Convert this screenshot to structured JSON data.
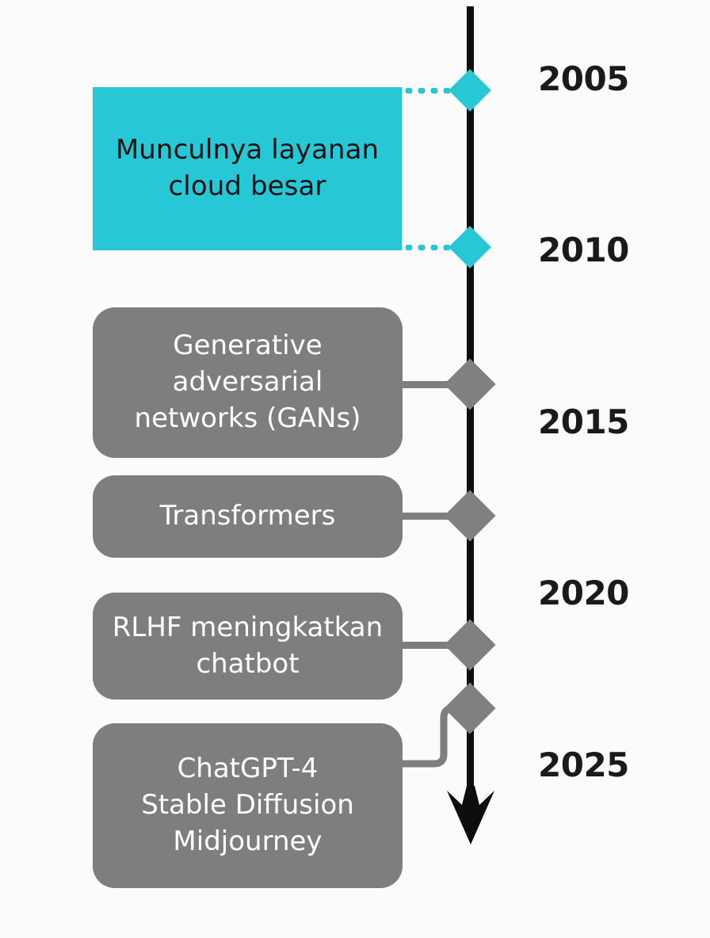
{
  "diagram": {
    "type": "vertical-timeline",
    "title_visible": false,
    "axis": {
      "direction": "downward",
      "color": "#0d0d0d",
      "arrow": "arrow-down"
    },
    "colors": {
      "highlight": "#28c7d6",
      "node": "#7e7e7e",
      "axis": "#0d0d0d",
      "year_text": "#1a1a1a",
      "node_text": "#ffffff",
      "highlight_text": "#111111",
      "background": "#fbfbfb"
    },
    "year_labels": [
      {
        "text": "2005"
      },
      {
        "text": "2010"
      },
      {
        "text": "2015"
      },
      {
        "text": "2020"
      },
      {
        "text": "2025"
      }
    ],
    "events": [
      {
        "id": "cloud",
        "label": "Munculnya layanan\ncloud besar",
        "style": "highlight",
        "span": true,
        "connector": "dotted",
        "markers": 2
      },
      {
        "id": "gans",
        "label": "Generative\nadversarial\nnetworks (GANs)",
        "style": "node",
        "span": false,
        "connector": "solid",
        "markers": 1
      },
      {
        "id": "transformers",
        "label": "Transformers",
        "style": "node",
        "span": false,
        "connector": "solid",
        "markers": 1
      },
      {
        "id": "rlhf",
        "label": "RLHF meningkatkan\nchatbot",
        "style": "node",
        "span": false,
        "connector": "solid",
        "markers": 1
      },
      {
        "id": "genai",
        "label": "ChatGPT-4\nStable Diffusion\nMidjourney",
        "style": "node",
        "span": false,
        "connector": "stepped",
        "markers": 1
      }
    ],
    "markers": [
      {
        "name": "marker-2005",
        "color": "#28c7d6"
      },
      {
        "name": "marker-2010",
        "color": "#28c7d6"
      },
      {
        "name": "marker-gans",
        "color": "#7e7e7e"
      },
      {
        "name": "marker-transformers",
        "color": "#7e7e7e"
      },
      {
        "name": "marker-rlhf",
        "color": "#7e7e7e"
      },
      {
        "name": "marker-genai",
        "color": "#7e7e7e"
      }
    ]
  }
}
